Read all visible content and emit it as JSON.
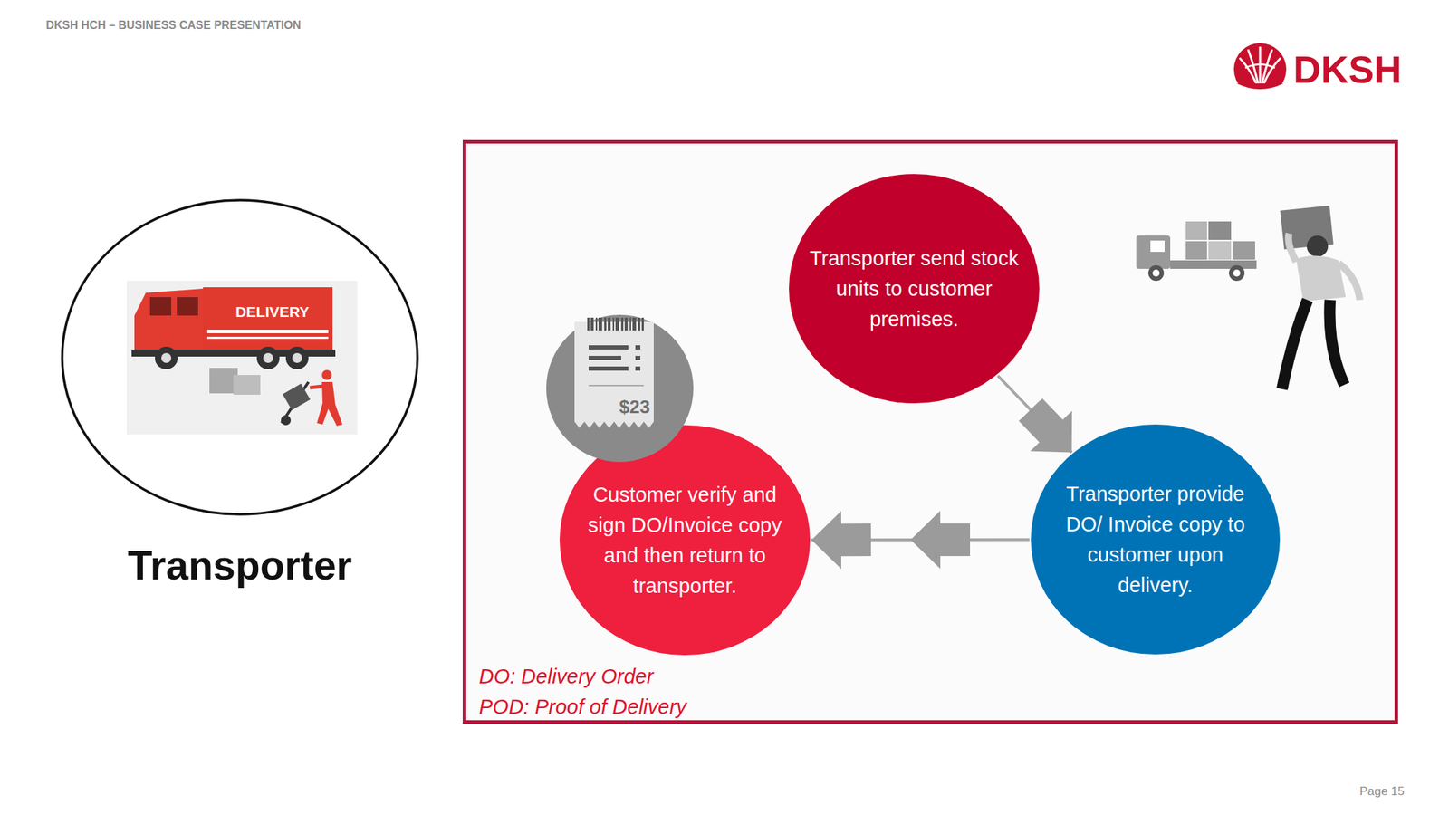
{
  "diagram": {
    "nodes": [
      {
        "text": [
          "Transporter"
        ]
      },
      {
        "text": [
          "DO: Delivery Order",
          "POD: Proof of Delivery"
        ]
      },
      {
        "text": [
          "Transporter send stock units to customer premises."
        ],
        "in": 1
      },
      {
        "text": [
          "Transporter provide DO/ Invoice copy to customer upon delivery."
        ],
        "in": 1
      },
      {
        "text": [
          "Customer verify and sign DO/Invoice copy and then return to transporter."
        ],
        "in": 1
      }
    ],
    "edges": [
      {
        "from": 2,
        "to": 3,
        "arrow": "to"
      },
      {
        "from": 3,
        "to": 4,
        "arrow": "to"
      }
    ],
    "labels": [
      "DKSH HCH – BUSINESS CASE PRESENTATION",
      "DKSH",
      "DELIVERY",
      "$23",
      "Page 15"
    ]
  }
}
